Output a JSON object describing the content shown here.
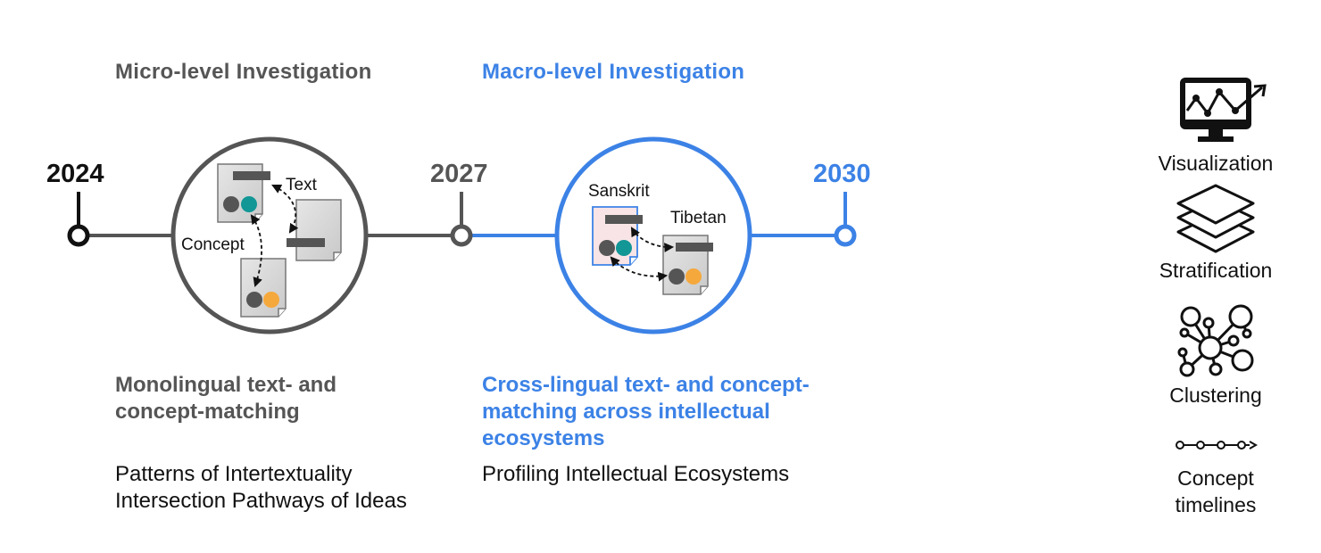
{
  "phases": [
    {
      "title": "Micro-level Investigation",
      "goal": [
        "Monolingual text- and",
        "concept-matching"
      ],
      "outcomes": [
        "Patterns of Intertextuality",
        "Intersection Pathways of Ideas"
      ],
      "color": "#555555"
    },
    {
      "title": "Macro-level Investigation",
      "goal": [
        "Cross-lingual text- and concept-",
        "matching across intellectual",
        "ecosystems"
      ],
      "outcomes": [
        "Profiling Intellectual Ecosystems"
      ],
      "color": "#3c82e6"
    }
  ],
  "timeline": {
    "years": [
      "2024",
      "2027",
      "2030"
    ]
  },
  "diagram_labels": {
    "text": "Text",
    "concept": "Concept",
    "sanskrit": "Sanskrit",
    "tibetan": "Tibetan"
  },
  "methods": [
    {
      "label": "Visualization",
      "icon": "monitor-chart-icon"
    },
    {
      "label": "Stratification",
      "icon": "layers-icon"
    },
    {
      "label": "Clustering",
      "icon": "network-cluster-icon"
    },
    {
      "label": "Concept timelines",
      "label_lines": [
        "Concept",
        "timelines"
      ],
      "icon": "timeline-dots-icon"
    }
  ],
  "colors": {
    "grey": "#555555",
    "blue": "#3c82e6",
    "teal": "#129696",
    "orange": "#f5a83c",
    "dark": "#111111"
  }
}
